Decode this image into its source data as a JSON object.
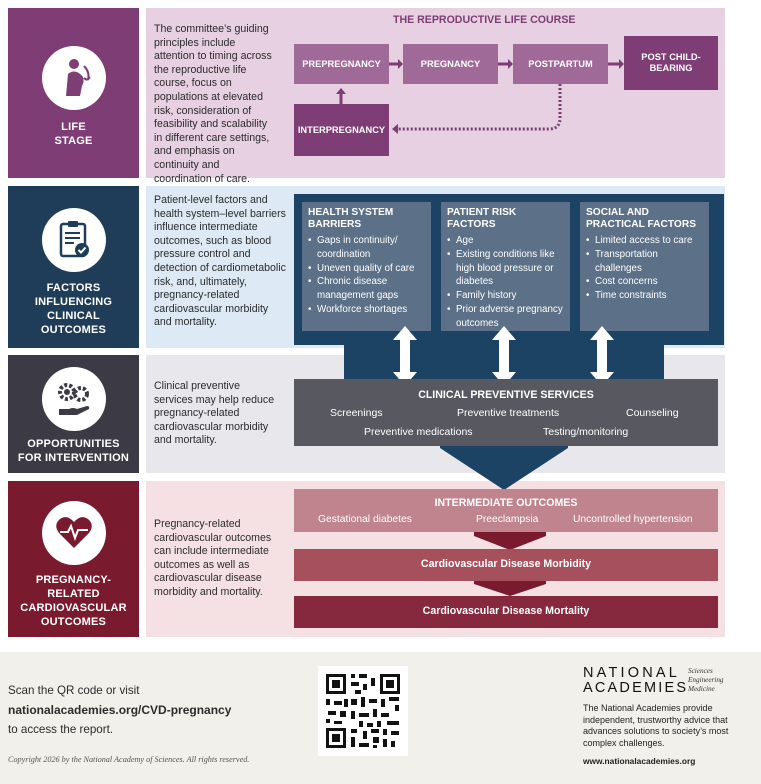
{
  "colors": {
    "life_stage": "#7e3d74",
    "factors": "#1f3d58",
    "opportunities": "#3c3a44",
    "outcomes": "#7a1a2e"
  },
  "life_stage": {
    "label": "LIFE\nSTAGE",
    "icon": "pregnant-person-icon",
    "description": "The committee’s guiding principles include attention to timing across the reproductive life course, focus on populations at elevated risk, consideration of feasibility and scalability in different care settings, and emphasis on continuity and coordination of care.",
    "title": "THE REPRODUCTIVE LIFE COURSE",
    "stages": {
      "prepregnancy": "PREPREGNANCY",
      "pregnancy": "PREGNANCY",
      "postpartum": "POSTPARTUM",
      "post_child_bearing": "POST CHILD-BEARING",
      "interpregnancy": "INTERPREGNANCY"
    }
  },
  "factors": {
    "label": "FACTORS\nINFLUENCING\nCLINICAL\nOUTCOMES",
    "icon": "clipboard-checklist-icon",
    "description": "Patient-level factors and health system–level barriers influence intermediate outcomes, such as blood pressure control and detection of cardiometabolic risk, and, ultimately, pregnancy-related cardiovascular morbidity and mortality.",
    "boxes": [
      {
        "title": "HEALTH SYSTEM BARRIERS",
        "items": [
          "Gaps in continuity/ coordination",
          "Uneven quality of care",
          "Chronic disease management gaps",
          "Workforce shortages"
        ]
      },
      {
        "title": "PATIENT RISK FACTORS",
        "items": [
          "Age",
          "Existing conditions like high blood pressure or diabetes",
          "Family history",
          "Prior adverse pregnancy outcomes"
        ]
      },
      {
        "title": "SOCIAL AND PRACTICAL FACTORS",
        "items": [
          "Limited access to care",
          "Transportation challenges",
          "Cost concerns",
          "Time constraints"
        ]
      }
    ]
  },
  "opportunities": {
    "label": "OPPORTUNITIES\nFOR INTERVENTION",
    "icon": "gears-hand-icon",
    "description": "Clinical preventive services may help reduce pregnancy-related cardiovascular morbidity and mortality.",
    "title": "CLINICAL PREVENTIVE SERVICES",
    "services": [
      "Screenings",
      "Preventive treatments",
      "Counseling",
      "Preventive medications",
      "Testing/monitoring"
    ]
  },
  "outcomes": {
    "label": "PREGNANCY-\nRELATED\nCARDIOVASCULAR\nOUTCOMES",
    "icon": "heart-pulse-icon",
    "description": "Pregnancy-related cardiovascular outcomes can include intermediate outcomes as well as cardiovascular disease morbidity and mortality.",
    "intermediate_title": "INTERMEDIATE OUTCOMES",
    "intermediate": [
      "Gestational diabetes",
      "Preeclampsia",
      "Uncontrolled hypertension"
    ],
    "morbidity": "Cardiovascular Disease Morbidity",
    "mortality": "Cardiovascular Disease Mortality"
  },
  "footer": {
    "scan_text": "Scan the QR code or visit",
    "link": "nationalacademies.org/CVD-pregnancy",
    "access_text": "to access the report.",
    "copyright": "Copyright 2026 by the National Academy of Sciences. All rights reserved.",
    "logo_line1": "NATIONAL",
    "logo_line2": "ACADEMIES",
    "logo_sub1": "Sciences",
    "logo_sub2": "Engineering",
    "logo_sub3": "Medicine",
    "tagline": "The National Academies provide independent, trustworthy advice that advances solutions to society’s most complex challenges.",
    "website": "www.nationalacademies.org"
  }
}
